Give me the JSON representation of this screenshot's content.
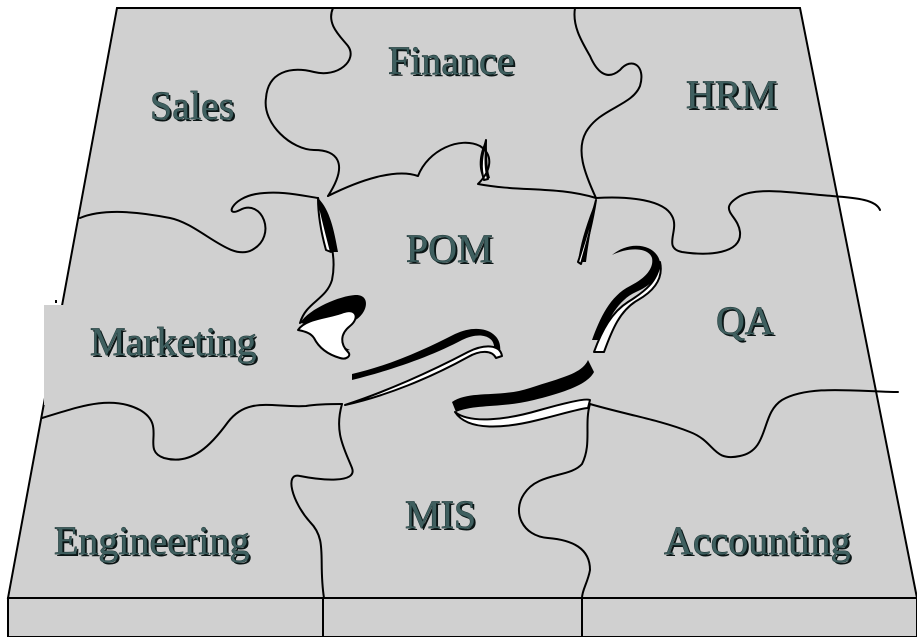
{
  "pieces": {
    "sales": "Sales",
    "finance": "Finance",
    "hrm": "HRM",
    "pom": "POM",
    "marketing": "Marketing",
    "qa": "QA",
    "engineering": "Engineering",
    "mis": "MIS",
    "accounting": "Accounting"
  },
  "colors": {
    "board": "#d0d0d0",
    "outline": "#000000",
    "text": "#3f5f5f"
  }
}
